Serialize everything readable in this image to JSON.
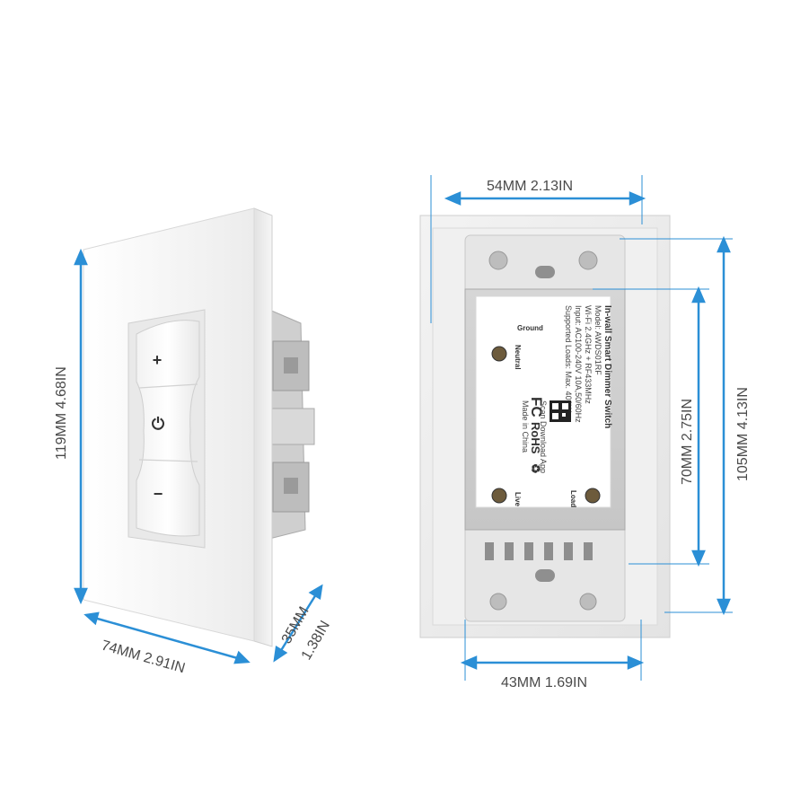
{
  "front_view": {
    "height_label": "119MM  4.68IN",
    "width_label": "74MM   2.91IN",
    "depth_label_mm": "35MM",
    "depth_label_in": "1.38IN",
    "buttons": {
      "up_symbol": "+",
      "power_symbol": "⏻",
      "down_symbol": "−"
    }
  },
  "back_view": {
    "top_width_label": "54MM  2.13IN",
    "bottom_width_label": "43MM 1.69IN",
    "inner_height_label": "70MM   2.75IN",
    "outer_height_label": "105MM  4.13IN",
    "terminals": {
      "ground": "Ground",
      "neutral": "Neutral",
      "live": "Live",
      "load": "Load"
    },
    "label_title": "In-wall Smart Dimmer Switch",
    "label_lines": [
      "Model: AWDS01RF",
      "Wi-Fi 2.4GHz + RF433MHz",
      "Input: AC100-240V 10A,50/60Hz",
      "Supported Loads: Max. 400W"
    ],
    "cert_fc": "FC",
    "cert_rohs": "RoHS",
    "scan_text": "Scan Download App",
    "made_in": "Made in China"
  },
  "colors": {
    "dimension_line": "#2b8fd6",
    "plate": "#f4f4f4",
    "module": "#dcdcdc"
  }
}
